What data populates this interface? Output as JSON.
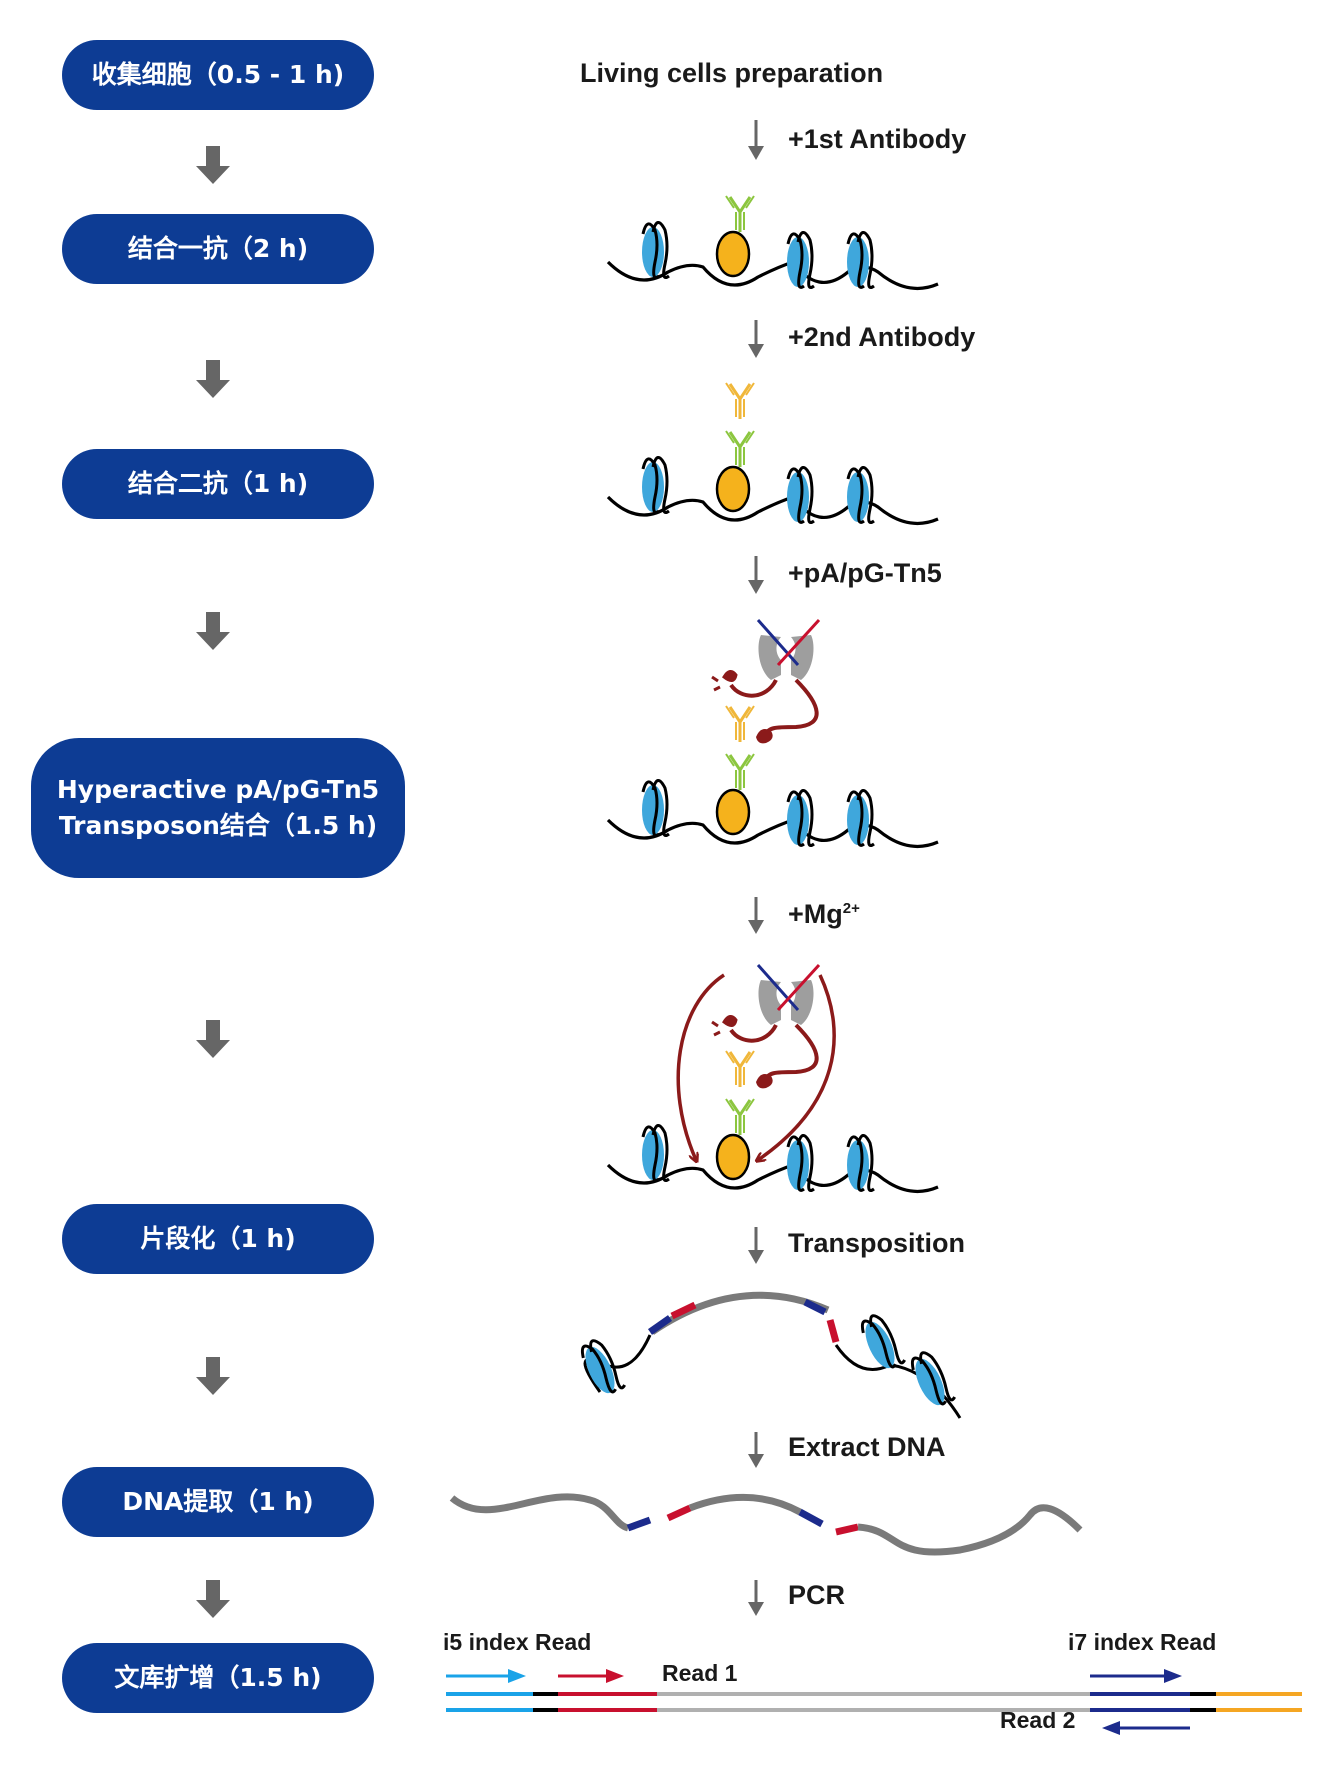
{
  "left_steps": [
    {
      "label": "收集细胞（0.5 - 1 h)"
    },
    {
      "label": "结合一抗（2 h)"
    },
    {
      "label": "结合二抗（1 h)"
    },
    {
      "line1": "Hyperactive pA/pG-Tn5",
      "line2": "Transposon结合（1.5 h)"
    },
    {
      "label": "片段化（1 h)"
    },
    {
      "label": "DNA提取（1 h)"
    },
    {
      "label": "文库扩增（1.5 h)"
    }
  ],
  "right_steps": {
    "title": "Living cells preparation",
    "first_antibody": "+1st  Antibody",
    "second_antibody": "+2nd  Antibody",
    "tn5": "+pA/pG-Tn5",
    "mg": "+Mg",
    "mg_sup": "2+",
    "transposition": "Transposition",
    "extract": "Extract DNA",
    "pcr": "PCR"
  },
  "library": {
    "i5_label": "i5 index Read",
    "read1_label": "Read 1",
    "i7_label": "i7 index Read",
    "read2_label": "Read 2"
  },
  "colors": {
    "pill": "#0d3c94",
    "arrow": "#666666",
    "nucleosome": "#3fa7dc",
    "protein": "#f5b21c",
    "antibody1": "#8cc63f",
    "antibody2": "#f0b73a",
    "tn5_protein": "#9e9e9e",
    "linker": "#8b1a1a",
    "adapter_red": "#c8102e",
    "adapter_blue": "#1c2b8c",
    "dna_gray": "#7a7a7a",
    "i5_blue": "#1aa3e8",
    "p7_orange": "#f5a623"
  }
}
